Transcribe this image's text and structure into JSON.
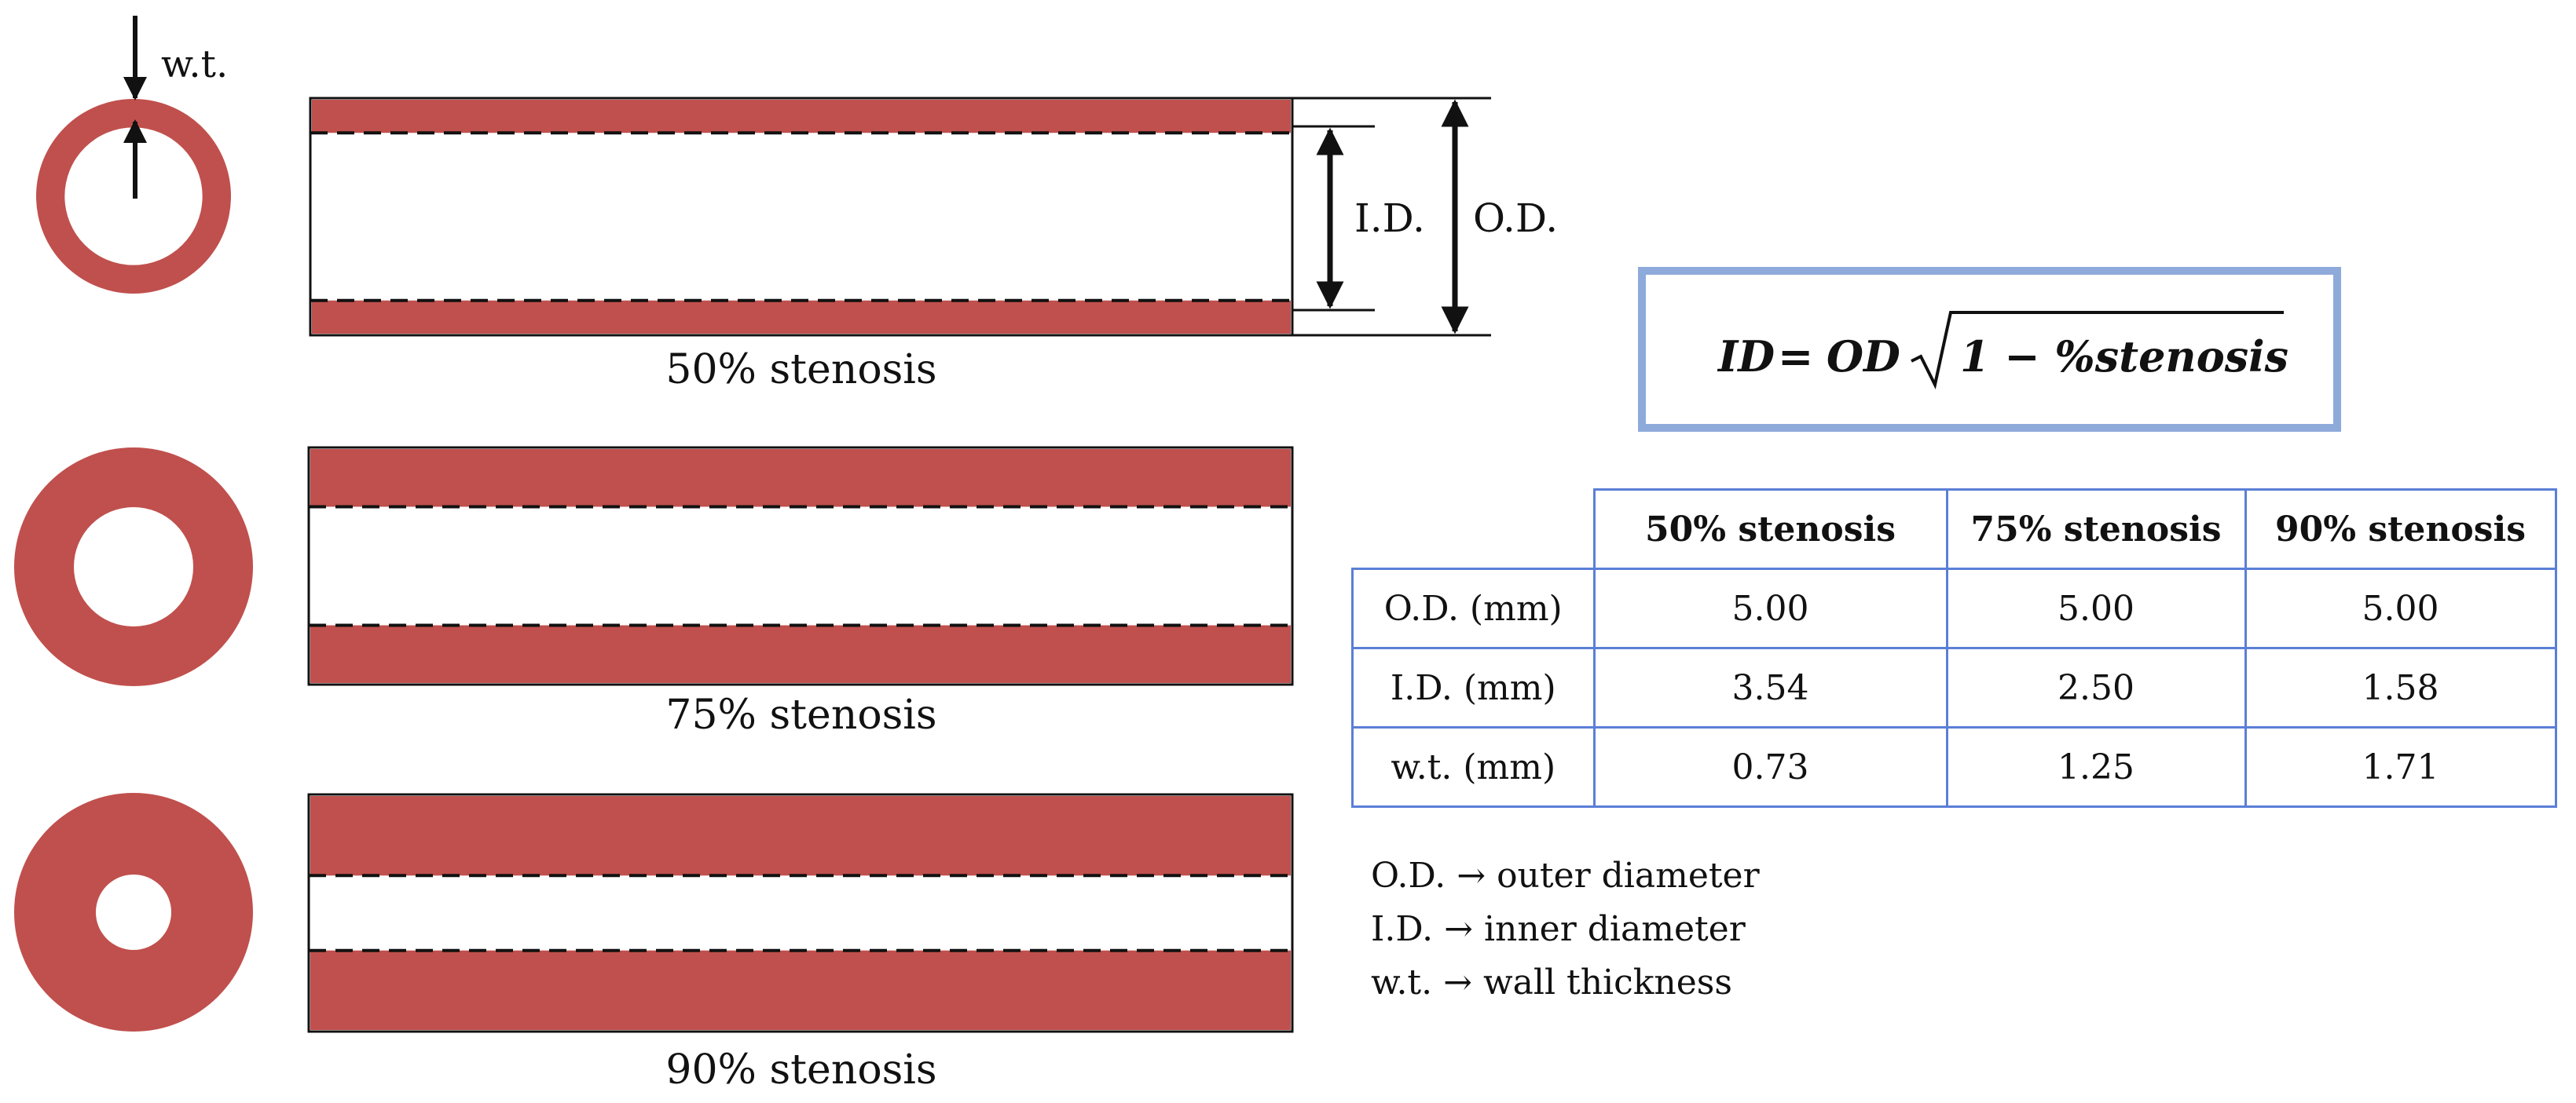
{
  "colors": {
    "wall": "#c0504d",
    "table_border": "#5b7fd6",
    "formula_border": "#8eaadb"
  },
  "annotations": {
    "wall_thickness": "w.t.",
    "inner_diameter": "I.D.",
    "outer_diameter": "O.D."
  },
  "vessels": [
    {
      "label": "50% stenosis",
      "id_over_od": 0.707
    },
    {
      "label": "75% stenosis",
      "id_over_od": 0.5
    },
    {
      "label": "90% stenosis",
      "id_over_od": 0.316
    }
  ],
  "formula": {
    "lhs": "ID",
    "equals": "=",
    "od": "OD",
    "radicand": "1 − %stenosis"
  },
  "table": {
    "columns": [
      "50% stenosis",
      "75% stenosis",
      "90% stenosis"
    ],
    "rows": [
      {
        "label": "O.D. (mm)",
        "values": [
          "5.00",
          "5.00",
          "5.00"
        ]
      },
      {
        "label": "I.D. (mm)",
        "values": [
          "3.54",
          "2.50",
          "1.58"
        ]
      },
      {
        "label": "w.t. (mm)",
        "values": [
          "0.73",
          "1.25",
          "1.71"
        ]
      }
    ]
  },
  "legend": [
    {
      "abbr": "O.D.",
      "arrow": "→",
      "meaning": "outer diameter"
    },
    {
      "abbr": "I.D.",
      "arrow": "→",
      "meaning": "inner diameter"
    },
    {
      "abbr": "w.t.",
      "arrow": "→",
      "meaning": "wall thickness"
    }
  ]
}
